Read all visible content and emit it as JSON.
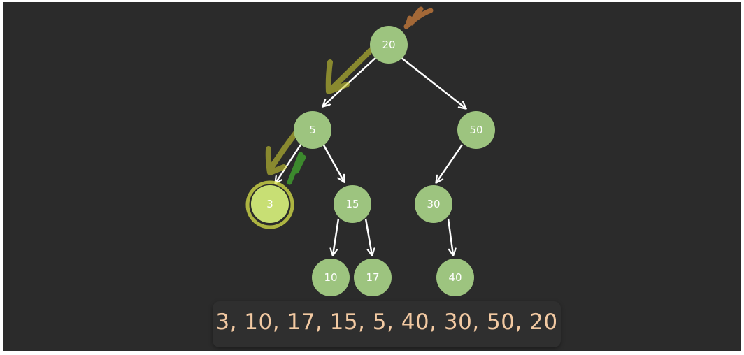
{
  "tree": {
    "root": "20",
    "nodes": [
      {
        "id": "n20",
        "label": "20"
      },
      {
        "id": "n5",
        "label": "5"
      },
      {
        "id": "n50",
        "label": "50"
      },
      {
        "id": "n3",
        "label": "3"
      },
      {
        "id": "n15",
        "label": "15"
      },
      {
        "id": "n30",
        "label": "30"
      },
      {
        "id": "n10",
        "label": "10"
      },
      {
        "id": "n17",
        "label": "17"
      },
      {
        "id": "n40",
        "label": "40"
      }
    ],
    "edges": [
      {
        "from": "20",
        "to": "5"
      },
      {
        "from": "20",
        "to": "50"
      },
      {
        "from": "5",
        "to": "3"
      },
      {
        "from": "5",
        "to": "15"
      },
      {
        "from": "50",
        "to": "30"
      },
      {
        "from": "15",
        "to": "10"
      },
      {
        "from": "15",
        "to": "17"
      },
      {
        "from": "30",
        "to": "40"
      }
    ],
    "highlighted_node": "3"
  },
  "traversal_output": "3, 10, 17, 15, 5, 40, 30, 50, 20",
  "colors": {
    "background": "#2b2b2b",
    "node_fill": "#9dc47f",
    "edge": "#ffffff",
    "output_text": "#f2c9a2",
    "annotation_yellow": "#c8c832",
    "annotation_orange": "#b8733a",
    "annotation_green": "#3f9a2e"
  }
}
